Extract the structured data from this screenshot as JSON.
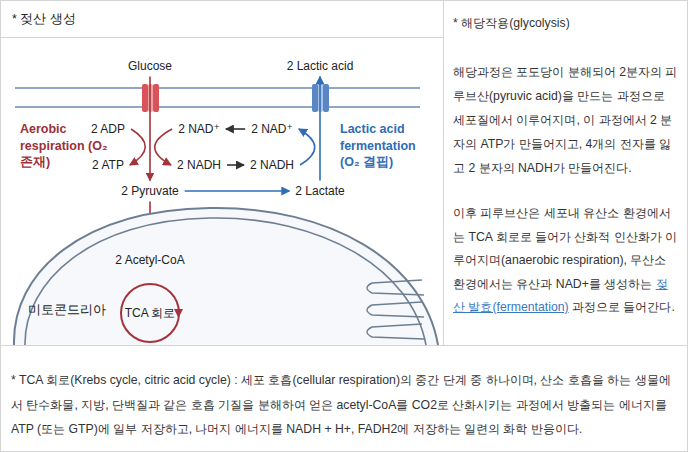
{
  "diagram": {
    "title": "* 젖산 생성",
    "nodes": [
      {
        "text": [
          "Glucose"
        ]
      },
      {
        "text": [
          "2 Lactic acid"
        ]
      },
      {
        "text": [
          "2 ADP"
        ]
      },
      {
        "text": [
          "2 NAD⁺"
        ]
      },
      {
        "text": [
          "2 NAD⁺"
        ]
      },
      {
        "text": [
          "2 ATP"
        ]
      },
      {
        "text": [
          "2 NADH"
        ]
      },
      {
        "text": [
          "2 NADH"
        ]
      },
      {
        "text": [
          "2 Pyruvate"
        ]
      },
      {
        "text": [
          "2 Lactate"
        ]
      },
      {
        "text": [
          "미토콘드리아"
        ]
      },
      {
        "text": [
          "2 Acetyl-CoA"
        ],
        "in": 10
      },
      {
        "text": [
          "TCA 회로"
        ],
        "in": 10
      },
      {
        "text": [
          "* 해당작용(glycolysis)",
          "해당과정은 포도당이 분해되어 2분자의 피루브산(pyruvic acid)을 만드는 과정으로 세포질에서 이루어지며, 이 과정에서 2 분자의 ATP가 만들어지고, 4개의 전자를 잃고 2 분자의 NADH가 만들어진다.",
          "이후 피루브산은 세포내 유산소 환경에서는 TCA 회로로 들어가 산화적 인산화가 이루어지며(anaerobic respiration), 무산소 환경에서는 유산과 NAD+를 생성하는",
          "젖산 발효(fermentation)",
          "과정으로 들어간다."
        ]
      },
      {
        "text": [
          "* TCA 회로(Krebs cycle, citric acid cycle) : 세포 호흡(cellular respiration)의 중간 단계 중 하나이며, 산소 호흡을 하는 생물에서 탄수화물, 지방, 단백질과 같은 호흡 기질을 분해하여 얻은 acetyl-CoA를 CO2로 산화시키는 과정에서 방출되는 에너지를 ATP (또는 GTP)에 일부 저장하고, 나머지 에너지를 NADH + H+, FADH2에 저장하는 일련의 화학 반응이다."
        ]
      }
    ],
    "edges": [
      {
        "from": 0,
        "to": 8,
        "arrow": "to"
      },
      {
        "from": 8,
        "to": 9,
        "arrow": "to"
      },
      {
        "from": 9,
        "to": 1,
        "arrow": "to"
      },
      {
        "from": 8,
        "to": 11,
        "arrow": "to"
      },
      {
        "from": 11,
        "to": 12,
        "arrow": "to"
      },
      {
        "from": 2,
        "to": 5,
        "arrow": "to"
      },
      {
        "from": 3,
        "to": 6,
        "arrow": "to"
      },
      {
        "from": 6,
        "to": 7,
        "arrow": "to"
      },
      {
        "from": 4,
        "to": 3,
        "arrow": "to"
      },
      {
        "from": 7,
        "to": 4,
        "arrow": "to"
      }
    ],
    "labels": [
      "Aerobic respiration (O₂ 존재)",
      "Lactic acid fermentation (O₂ 결핍)"
    ]
  }
}
